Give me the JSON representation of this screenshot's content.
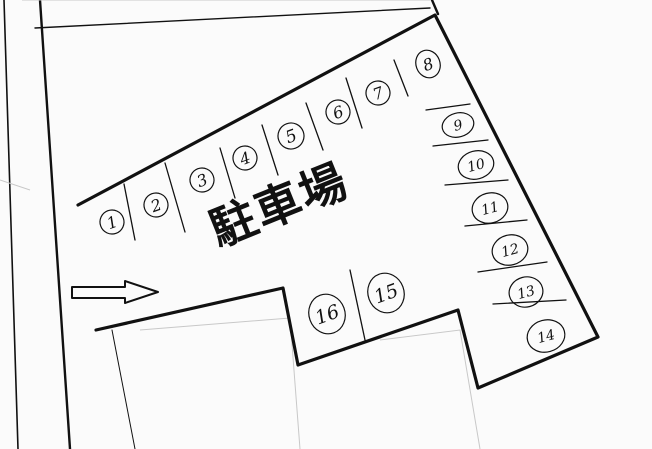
{
  "map": {
    "title": "駐車場"
  },
  "spots": [
    {
      "label": "1"
    },
    {
      "label": "2"
    },
    {
      "label": "3"
    },
    {
      "label": "4"
    },
    {
      "label": "5"
    },
    {
      "label": "6"
    },
    {
      "label": "7"
    },
    {
      "label": "8"
    },
    {
      "label": "9"
    },
    {
      "label": "10"
    },
    {
      "label": "11"
    },
    {
      "label": "12"
    },
    {
      "label": "13"
    },
    {
      "label": "14"
    },
    {
      "label": "15"
    },
    {
      "label": "16"
    }
  ]
}
